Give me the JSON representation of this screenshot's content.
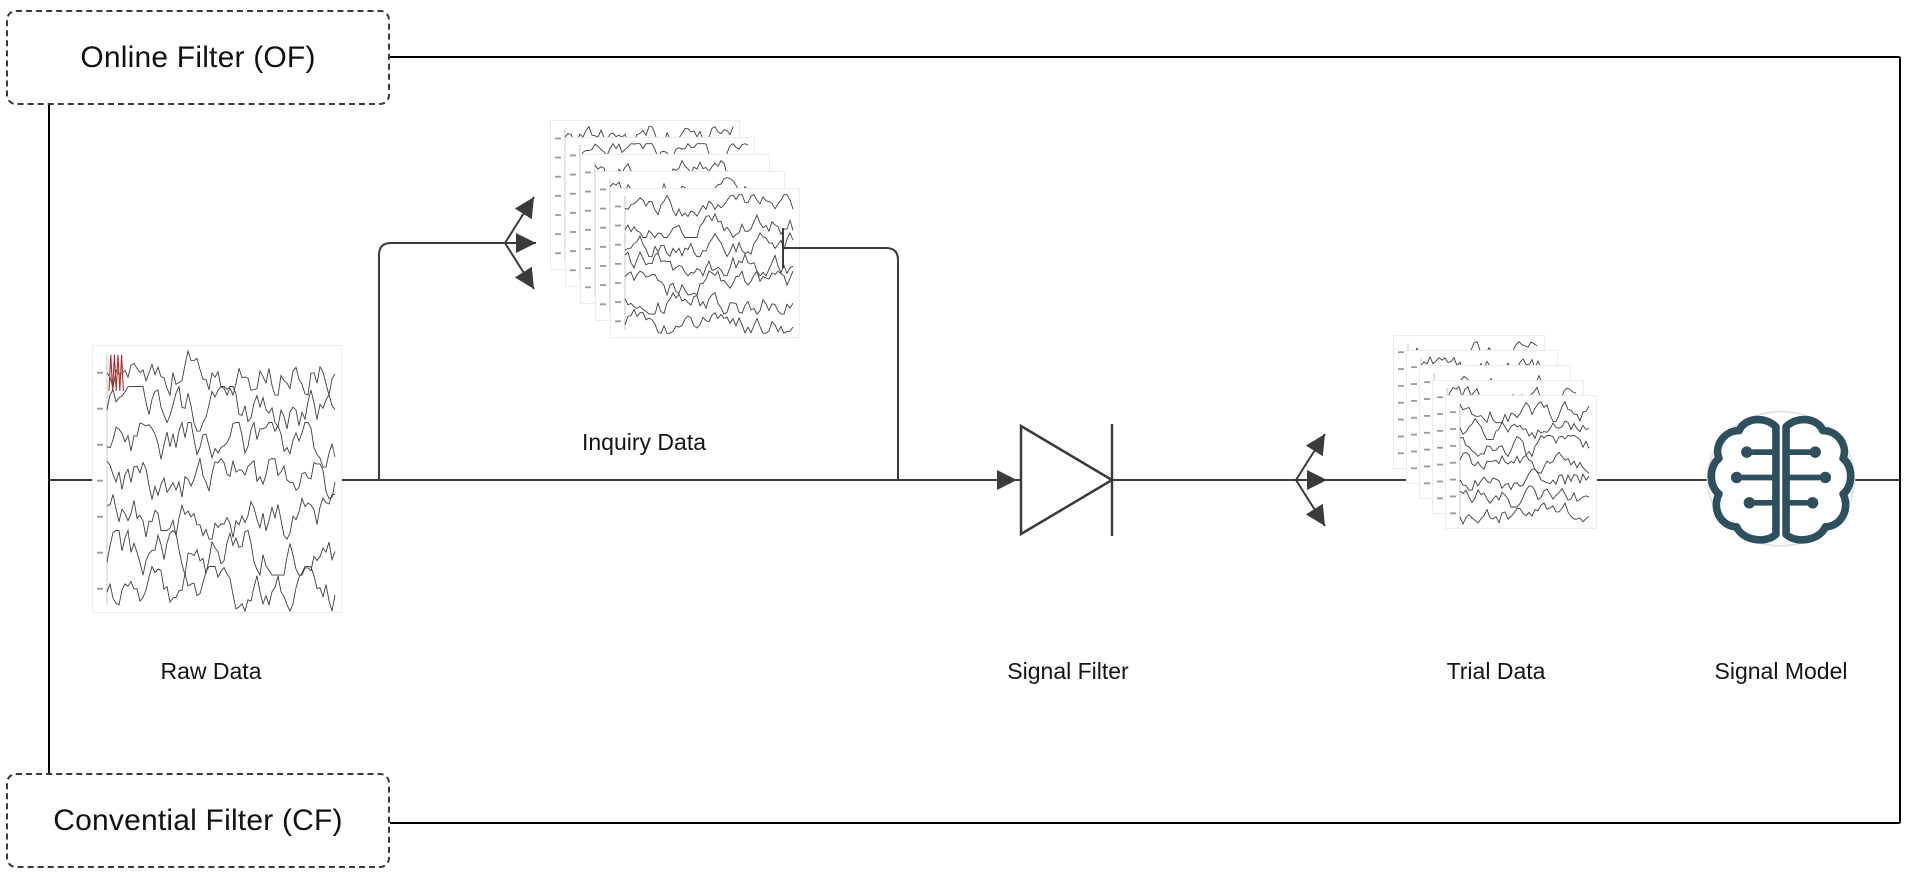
{
  "diagram": {
    "frames": {
      "online_filter": {
        "label": "Online Filter (OF)"
      },
      "conventional_filter": {
        "label": "Convential Filter (CF)"
      }
    },
    "nodes": {
      "raw_data": {
        "label": "Raw Data"
      },
      "inquiry_data": {
        "label": "Inquiry Data"
      },
      "signal_filter": {
        "label": "Signal Filter"
      },
      "trial_data": {
        "label": "Trial Data"
      },
      "signal_model": {
        "label": "Signal Model"
      }
    },
    "icons": {
      "signal_filter": "diode-triangle-icon",
      "signal_model": "brain-circuit-icon",
      "inquiry_split": "fan-out-arrows-icon",
      "trial_split": "fan-out-arrows-icon",
      "flow": "arrowhead-icon",
      "data_images": "eeg-waveform-image"
    },
    "colors": {
      "background": "#ffffff",
      "frame": "#000000",
      "line": "#3b3b3b",
      "brain": "#2d4f5e",
      "eeg_trace": "#3f3f3f",
      "accent_red": "#b03030"
    }
  }
}
